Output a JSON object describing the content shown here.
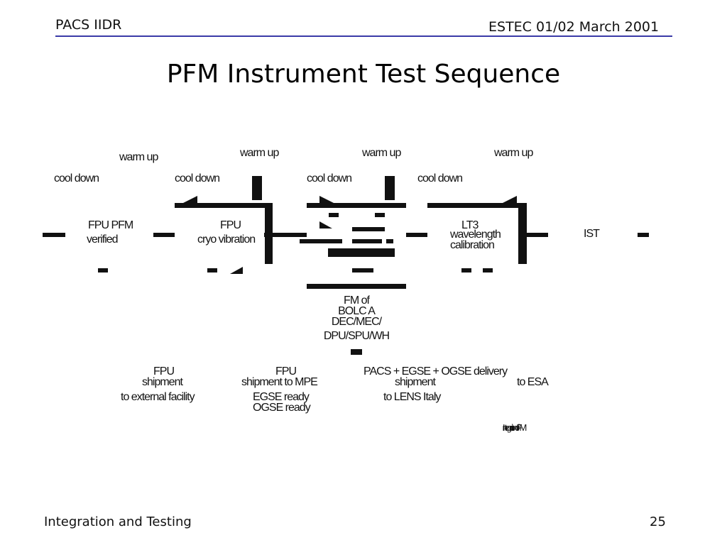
{
  "header": {
    "left": "PACS IIDR",
    "right": "ESTEC 01/02 March 2001"
  },
  "title": "PFM Instrument Test Sequence",
  "footer": {
    "left": "Integration and Testing",
    "page": "25"
  },
  "diagram": {
    "warmup": [
      "warm up",
      "warm up",
      "warm up",
      "warm up"
    ],
    "cooldown": [
      "cool down",
      "cool down",
      "cool down",
      "cool down"
    ],
    "stage_fpu_pfm": [
      "FPU PFM",
      "verified"
    ],
    "stage_fpu_cryo": [
      "FPU",
      "cryo vibration"
    ],
    "stage_lt3": [
      "LT3",
      "wavelength",
      "calibration"
    ],
    "stage_ist": "IST",
    "integration_list": [
      "FM of",
      "BOLC A",
      "DEC/MEC/",
      "DPU/SPU/WH"
    ],
    "bottom": {
      "fpu_ship_1": [
        "FPU",
        "shipment",
        "to external facility"
      ],
      "fpu_ship_2": [
        "FPU",
        "shipment to MPE",
        "EGSE ready",
        "OGSE ready"
      ],
      "pacs_delivery": [
        "PACS + EGSE + OGSE delivery",
        "shipment",
        "to LENS Italy"
      ],
      "to_esa": "to ESA",
      "legend": "Integration of FM"
    }
  }
}
